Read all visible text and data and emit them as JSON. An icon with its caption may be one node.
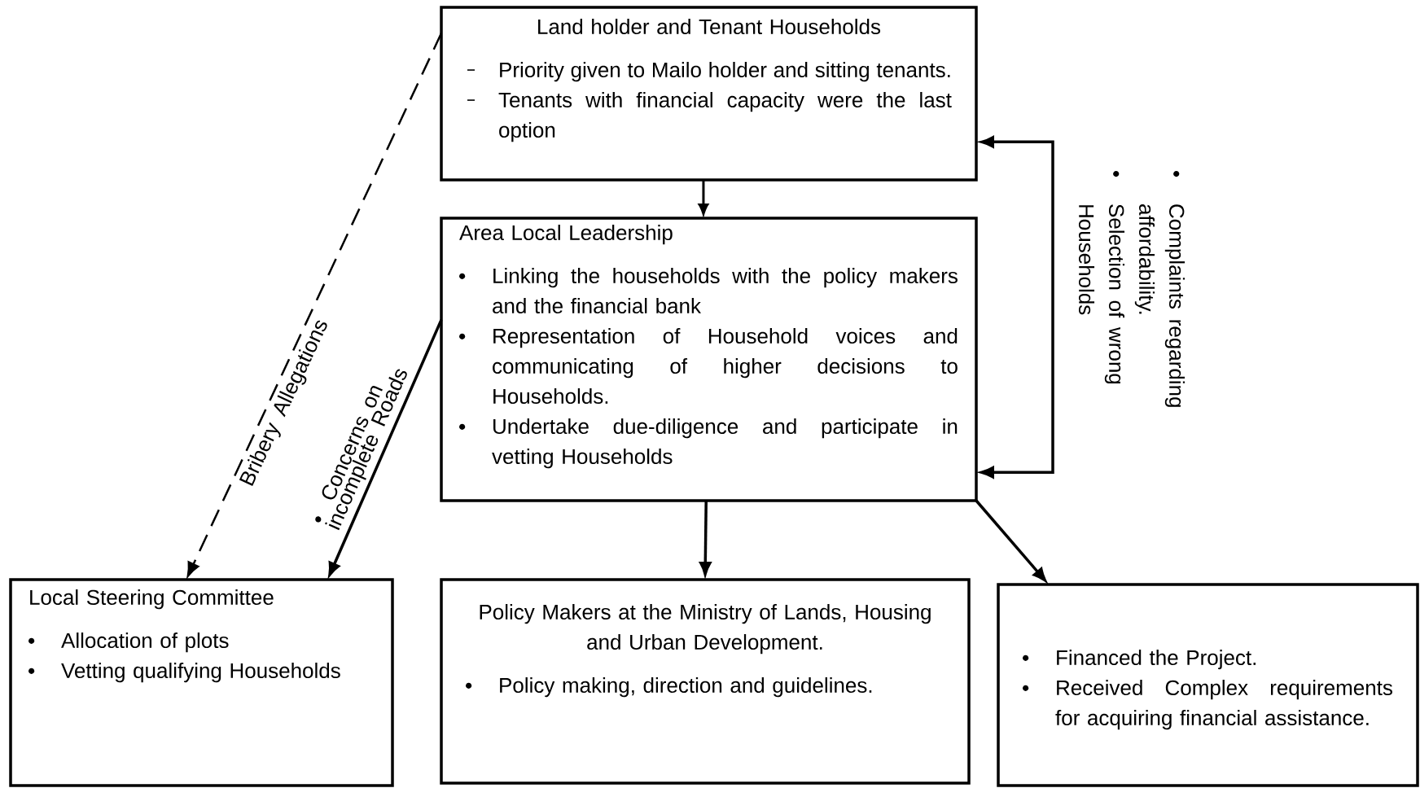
{
  "diagram": {
    "nodes": [
      {
        "text": [
          "Land holder and Tenant Households",
          "Priority given to Mailo holder and sitting tenants.",
          "Tenants with financial capacity were the last option"
        ]
      },
      {
        "text": [
          "Area Local Leadership",
          "Linking the households with the policy makers and the financial bank",
          "Representation of Household voices and communicating of higher decisions to Households.",
          "Undertake due-diligence and participate in vetting Households"
        ]
      },
      {
        "text": [
          "Local Steering Committee",
          "Allocation of plots",
          "Vetting qualifying Households"
        ]
      },
      {
        "text": [
          "Policy Makers at the Ministry of Lands, Housing and Urban Development.",
          "Policy making, direction and guidelines."
        ]
      },
      {
        "text": [
          "Financed the Project.",
          "Received Complex requirements for acquiring financial assistance."
        ]
      }
    ],
    "edges": [
      {
        "from": 0,
        "to": 2,
        "arrow": "to",
        "style": "dashed",
        "label": "Bribery Allegations"
      },
      {
        "from": 1,
        "to": 2,
        "arrow": "to",
        "label": "Concerns on incomplete Roads"
      },
      {
        "from": 0,
        "to": 1,
        "arrow": "to"
      },
      {
        "from": 1,
        "to": 3,
        "arrow": "to"
      },
      {
        "from": 1,
        "to": 4,
        "arrow": "to"
      },
      {
        "from": 1,
        "to": 0,
        "arrow": "both"
      }
    ],
    "labels": [
      "Complaints regarding affordability.",
      "Selection of wrong Households"
    ]
  }
}
